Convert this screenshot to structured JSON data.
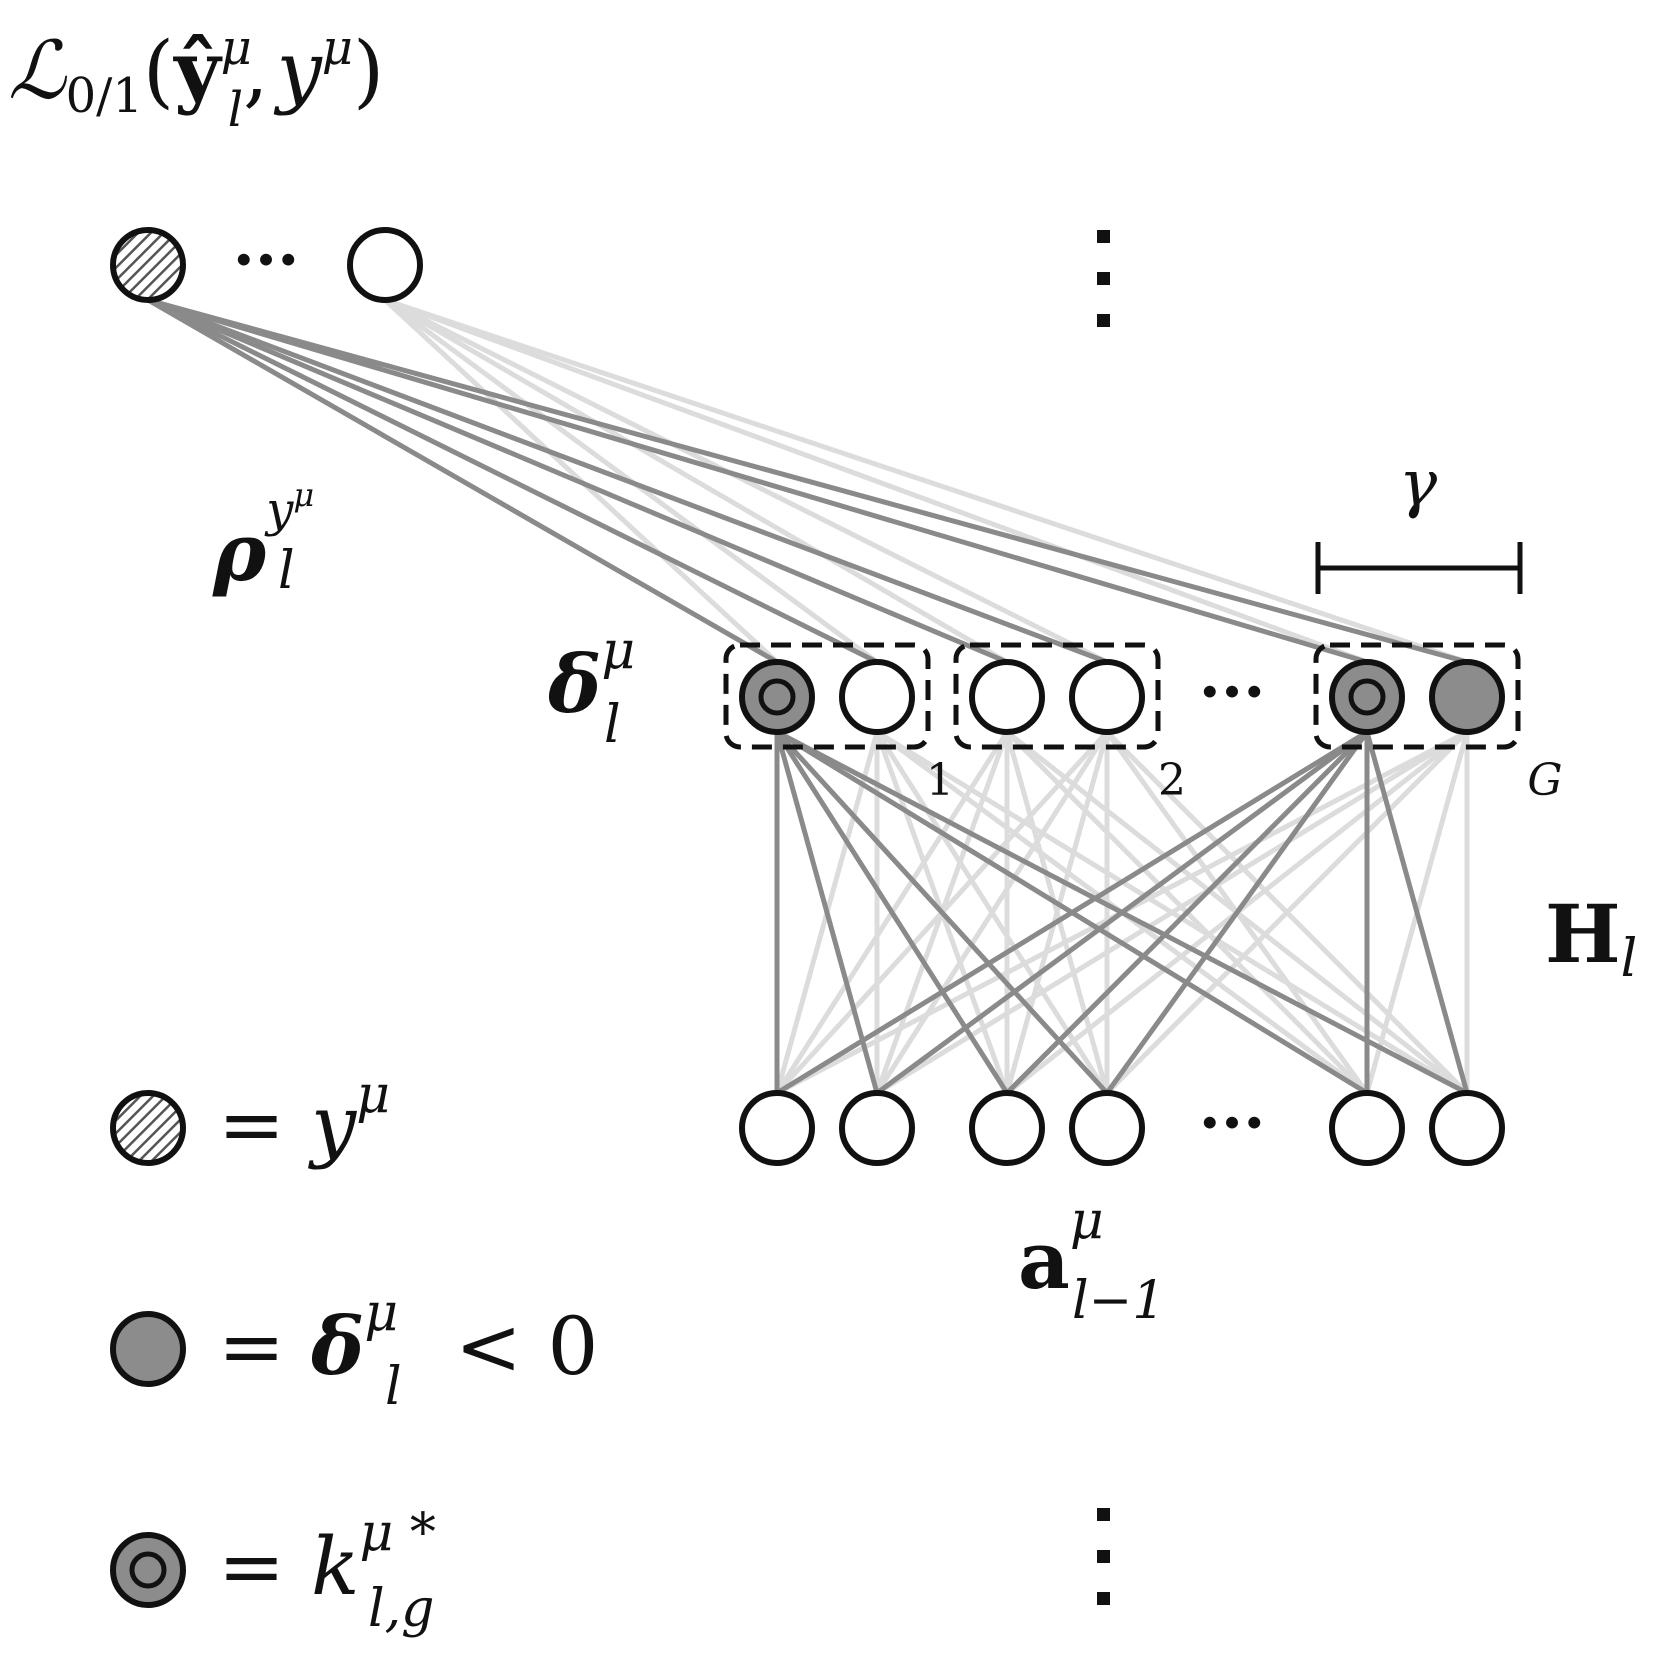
{
  "labels": {
    "loss": {
      "script": "ℒ",
      "sub": "0/1",
      "open": "(",
      "yhat": "ŷ",
      "yhat_sup": "μ",
      "yhat_sub": "l",
      "comma": ",",
      "y": "y",
      "y_sup": "μ",
      "close": ")"
    },
    "rho": {
      "base": "ρ",
      "sup_base": "y",
      "sup_sup": "μ",
      "sub": "l"
    },
    "delta": {
      "base": "δ",
      "sup": "μ",
      "sub": "l"
    },
    "gamma": "γ",
    "H": {
      "base": "H",
      "sub": "l"
    },
    "a": {
      "base": "a",
      "sup": "μ",
      "sub": "l−1"
    },
    "group_indices": [
      "1",
      "2",
      "G"
    ],
    "ellipsis": "···"
  },
  "legend": [
    {
      "style": "hatched",
      "eq": "=",
      "base": "y",
      "sup": "μ",
      "sub": "",
      "rest": ""
    },
    {
      "style": "filled",
      "eq": "=",
      "base": "δ",
      "sup": "μ",
      "sub": "l",
      "rest": "< 0"
    },
    {
      "style": "target",
      "eq": "=",
      "base": "k",
      "sup": "μ *",
      "sub": "l,g",
      "rest": ""
    }
  ],
  "colors": {
    "node_stroke": "#111111",
    "node_fill": "#ffffff",
    "node_gray": "#8c8c8c",
    "edge_dark": "#8a8a8a",
    "edge_light": "#dcdcdc",
    "hatch": "#555555"
  }
}
